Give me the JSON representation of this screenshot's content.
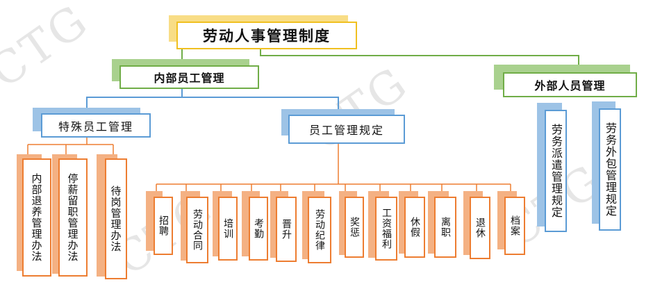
{
  "root": "劳动人事管理制度",
  "internal": {
    "title": "内部员工管理",
    "special": {
      "title": "特殊员工管理",
      "items": [
        "内部退养管理办法",
        "停薪留职管理办法",
        "待岗管理办法"
      ]
    },
    "rules": {
      "title": "员工管理规定",
      "items": [
        "招聘",
        "劳动合同",
        "培训",
        "考勤",
        "晋升",
        "劳动纪律",
        "奖惩",
        "工资福利",
        "休假",
        "离职",
        "退休",
        "档案"
      ]
    }
  },
  "external": {
    "title": "外部人员管理",
    "items": [
      "劳务派遣管理规定",
      "劳务外包管理规定"
    ]
  },
  "colors": {
    "root": "#f0c020",
    "green": "#70ad47",
    "blue": "#5b9bd5",
    "orange": "#ed7d31"
  }
}
